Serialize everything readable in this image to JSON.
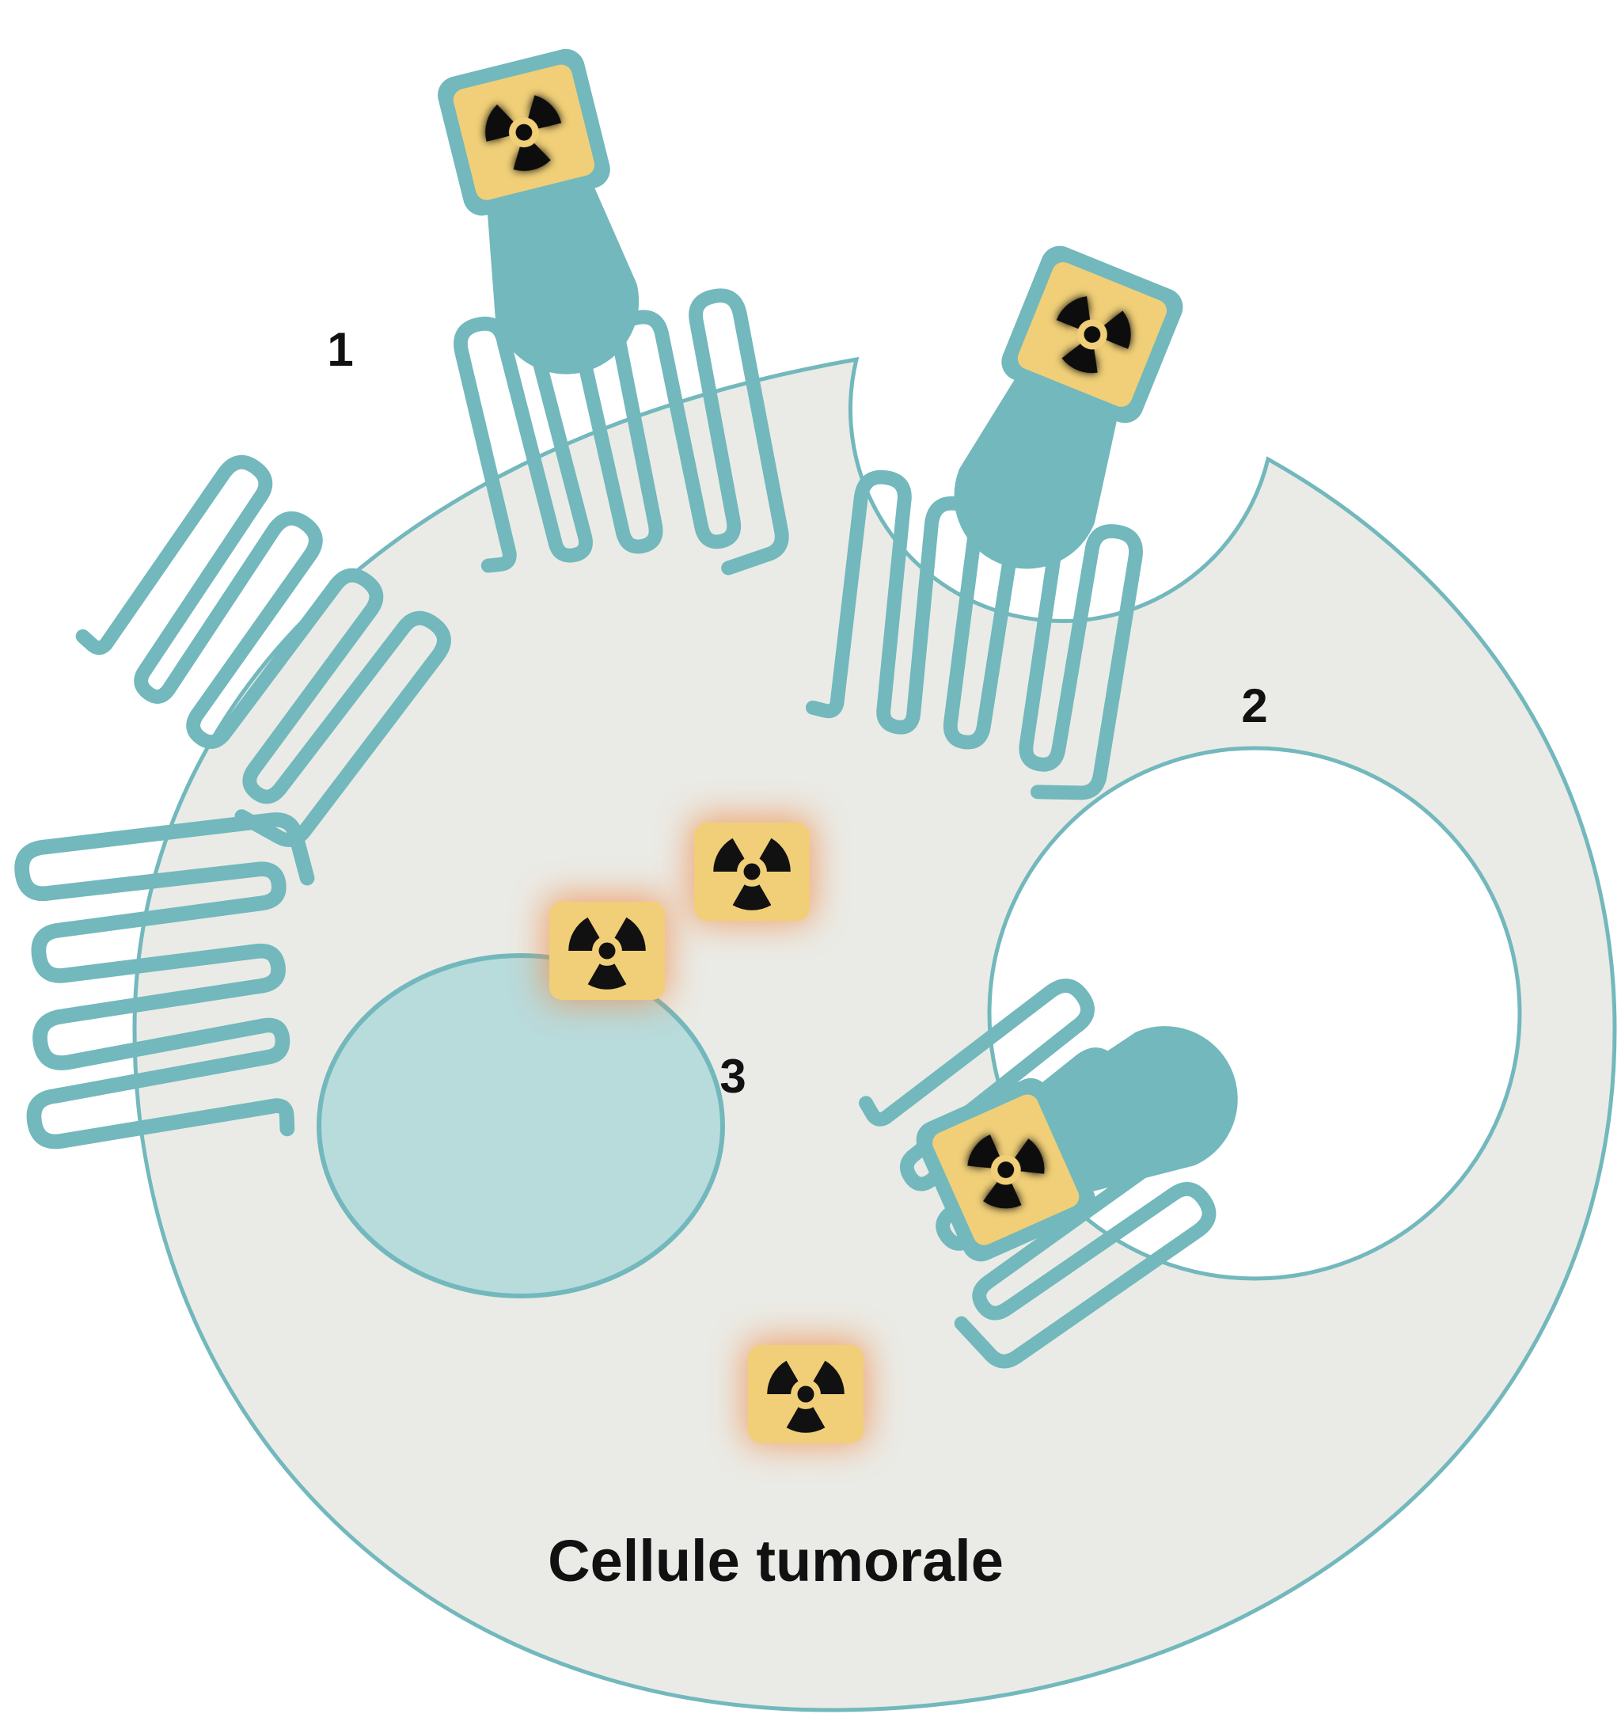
{
  "labels": {
    "step1": "1",
    "step2": "2",
    "step3": "3",
    "cell": "Cellule tumorale"
  },
  "icons": {
    "radioligand": "radiation-trefoil-icon",
    "receptor": "receptor-coil-icon"
  },
  "colors": {
    "membrane": "#72b8bd",
    "cytoplasm": "#eaebe6",
    "nucleus": "#b8dbdc",
    "payload": "#f0cf78",
    "glow": "#f08a46",
    "trefoil": "#111111",
    "text": "#111111",
    "background": "#ffffff"
  }
}
